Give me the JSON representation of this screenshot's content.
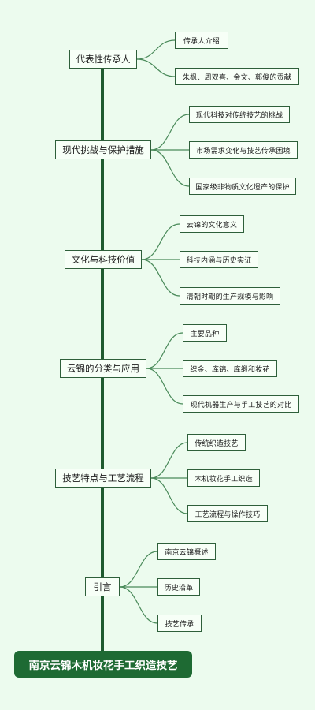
{
  "root": {
    "label": "南京云锦木机妆花手工织造技艺"
  },
  "branches": [
    {
      "label": "代表性传承人",
      "children": [
        "传承人介绍",
        "朱枫、周双喜、金文、郭俊的贡献"
      ]
    },
    {
      "label": "现代挑战与保护措施",
      "children": [
        "现代科技对传统技艺的挑战",
        "市场需求变化与技艺传承困境",
        "国家级非物质文化遗产的保护"
      ]
    },
    {
      "label": "文化与科技价值",
      "children": [
        "云锦的文化意义",
        "科技内涵与历史实证",
        "清朝时期的生产规模与影响"
      ]
    },
    {
      "label": "云锦的分类与应用",
      "children": [
        "主要品种",
        "织金、库锦、库缎和妆花",
        "现代机器生产与手工技艺的对比"
      ]
    },
    {
      "label": "技艺特点与工艺流程",
      "children": [
        "传统织造技艺",
        "木机妆花手工织造",
        "工艺流程与操作技巧"
      ]
    },
    {
      "label": "引言",
      "children": [
        "南京云锦概述",
        "历史沿革",
        "技艺传承"
      ]
    }
  ],
  "colors": {
    "background": "#ecfbee",
    "trunk": "#1e5a2e",
    "link": "#4a8a5a",
    "node_border": "#2e5f3a",
    "root_fill": "#1e6a33"
  }
}
